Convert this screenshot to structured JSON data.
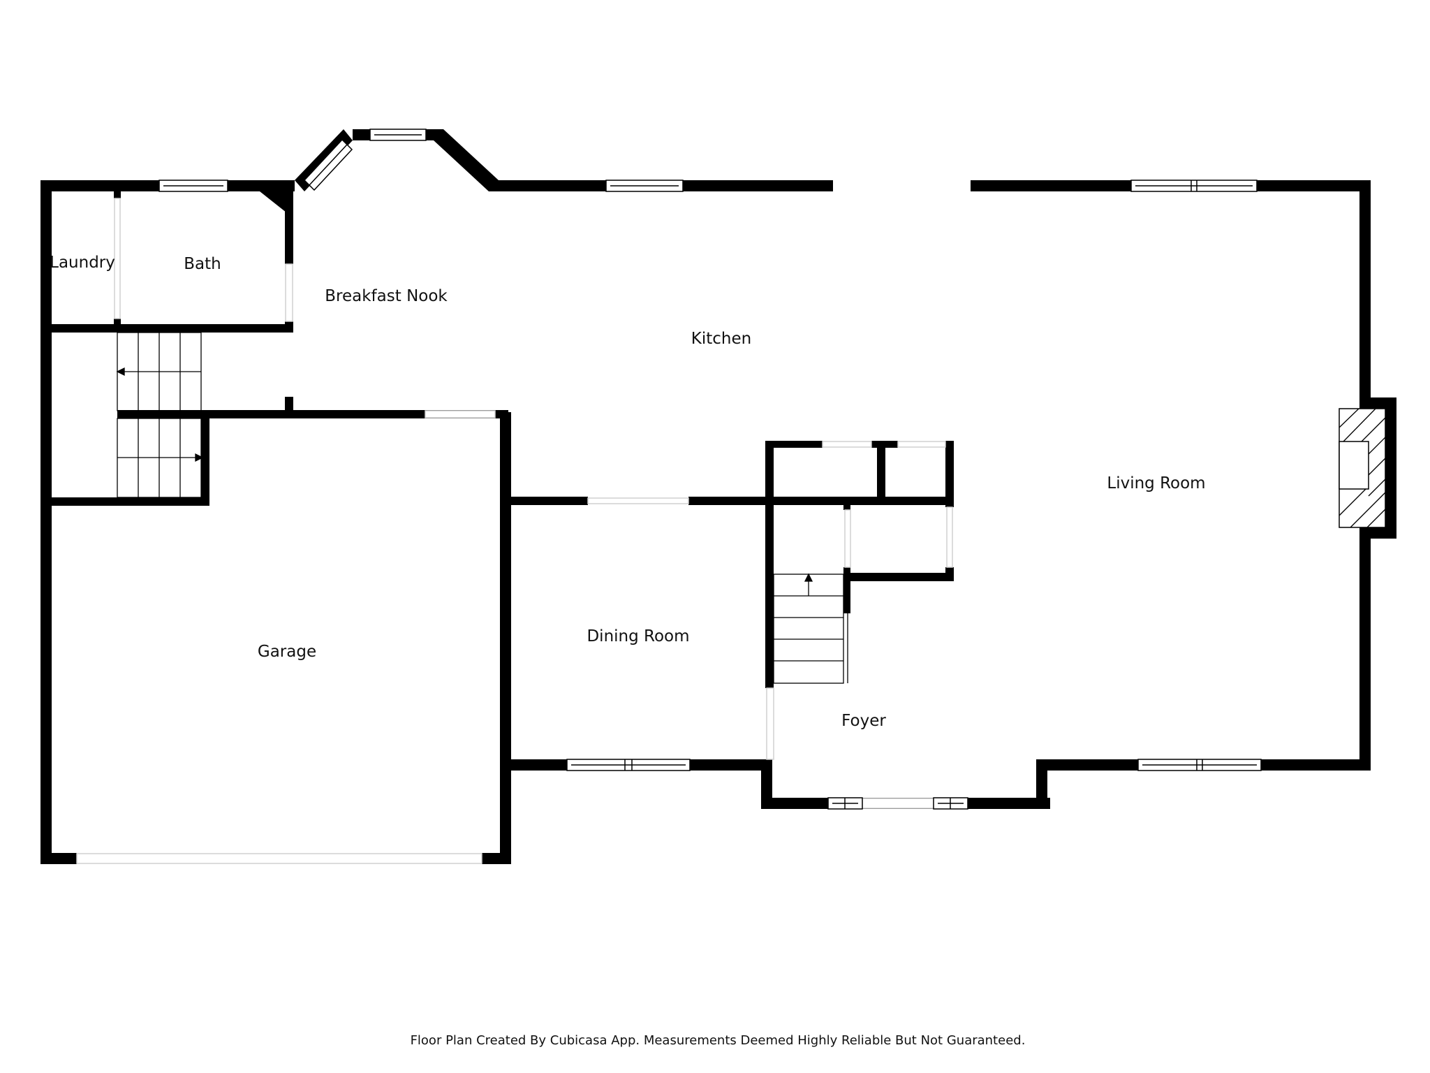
{
  "rooms": {
    "laundry": "Laundry",
    "bath": "Bath",
    "breakfast_nook": "Breakfast Nook",
    "kitchen": "Kitchen",
    "living_room": "Living Room",
    "garage": "Garage",
    "dining_room": "Dining Room",
    "foyer": "Foyer"
  },
  "footer": {
    "disclaimer": "Floor Plan Created By Cubicasa App. Measurements Deemed Highly Reliable But Not Guaranteed."
  },
  "colors": {
    "wall": "#000000",
    "background": "#ffffff",
    "opening": "#d8d8d8"
  }
}
